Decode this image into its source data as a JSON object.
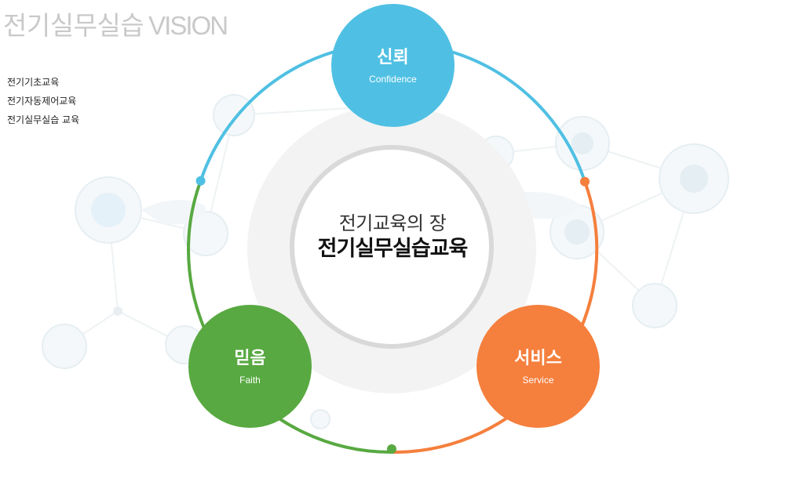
{
  "header": {
    "title_ko": "전기실무실습",
    "title_en": "VISION"
  },
  "menu": {
    "items": [
      "전기기초교육",
      "전기자동제어교육",
      "전기실무실습 교육"
    ]
  },
  "center": {
    "subtitle": "전기교육의 장",
    "title": "전기실무실습교육"
  },
  "values": [
    {
      "ko": "신뢰",
      "en": "Confidence",
      "color": "#4fc0e3"
    },
    {
      "ko": "믿음",
      "en": "Faith",
      "color": "#58a941"
    },
    {
      "ko": "서비스",
      "en": "Service",
      "color": "#f57f3d"
    }
  ],
  "colors": {
    "ring_center": "#f3f3f3",
    "ring_inner": "#d9d9d9",
    "title_gray": "#c9c9c9"
  }
}
